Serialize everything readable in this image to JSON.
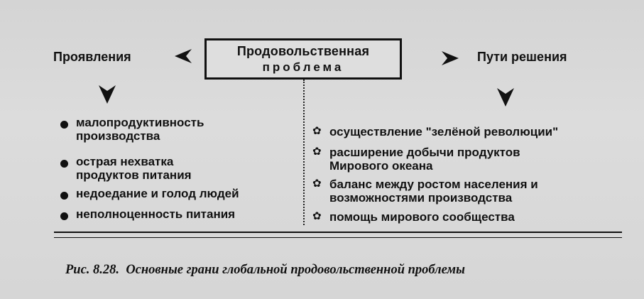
{
  "diagram": {
    "title_line1": "Продовольственная",
    "title_line2": "проблема",
    "left_heading": "Проявления",
    "right_heading": "Пути решения",
    "left_items": [
      [
        "малопродуктивность",
        "производства"
      ],
      [
        "острая нехватка",
        "продуктов питания"
      ],
      [
        "недоедание и голод людей"
      ],
      [
        "неполноценность питания"
      ]
    ],
    "right_items": [
      [
        "осуществление \"зелёной революции\""
      ],
      [
        "расширение добычи продуктов",
        "Мирового океана"
      ],
      [
        "баланс между ростом населения и",
        "возможностями производства"
      ],
      [
        "помощь мирового сообщества"
      ]
    ]
  },
  "caption": {
    "label": "Рис. 8.28.",
    "text": "Основные грани глобальной продовольственной проблемы"
  }
}
